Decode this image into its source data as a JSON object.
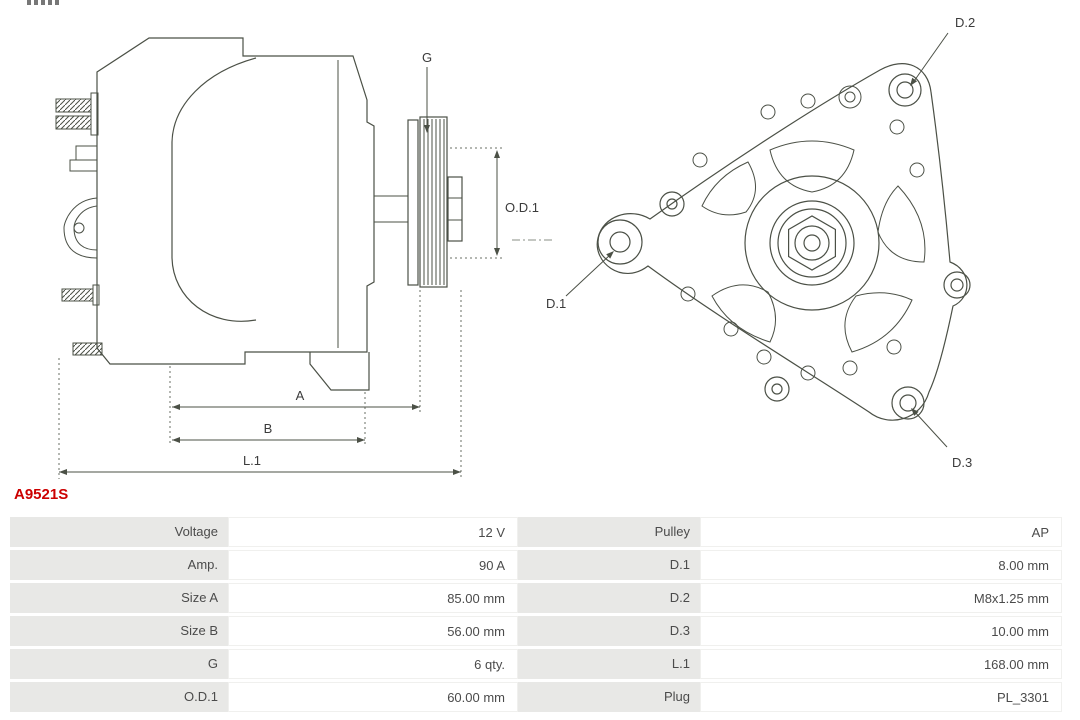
{
  "part_number": "A9521S",
  "colors": {
    "part_number_red": "#cc0000",
    "diagram_line": "#4b5046",
    "table_label_bg": "#e8e8e6",
    "table_value_bg": "#ffffff",
    "text": "#4b4b4b"
  },
  "diagram": {
    "labels": {
      "g": "G",
      "od1": "O.D.1",
      "a": "A",
      "b": "B",
      "l1": "L.1",
      "d1": "D.1",
      "d2": "D.2",
      "d3": "D.3"
    }
  },
  "table": {
    "rows": [
      {
        "label1": "Voltage",
        "value1": "12 V",
        "label2": "Pulley",
        "value2": "AP"
      },
      {
        "label1": "Amp.",
        "value1": "90 A",
        "label2": "D.1",
        "value2": "8.00 mm"
      },
      {
        "label1": "Size A",
        "value1": "85.00 mm",
        "label2": "D.2",
        "value2": "M8x1.25 mm"
      },
      {
        "label1": "Size B",
        "value1": "56.00 mm",
        "label2": "D.3",
        "value2": "10.00 mm"
      },
      {
        "label1": "G",
        "value1": "6 qty.",
        "label2": "L.1",
        "value2": "168.00 mm"
      },
      {
        "label1": "O.D.1",
        "value1": "60.00 mm",
        "label2": "Plug",
        "value2": "PL_3301"
      }
    ]
  }
}
